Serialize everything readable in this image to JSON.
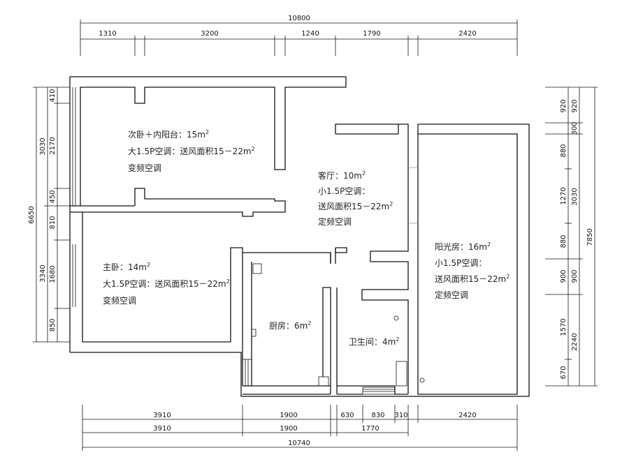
{
  "dimensions": {
    "top_total": "10800",
    "top": [
      "1310",
      "3200",
      "1240",
      "1790",
      "2420"
    ],
    "bottom_row1": [
      "3910",
      "1900",
      "630",
      "830",
      "310",
      "2420"
    ],
    "bottom_row2": [
      "3910",
      "1900",
      "1770"
    ],
    "bottom_total": "10740",
    "left_total": "6650",
    "left_mid": [
      "3030",
      "3340"
    ],
    "left_inner": [
      "410",
      "2170",
      "450",
      "810",
      "1680",
      "850"
    ],
    "right_total": "7850",
    "right_mid": [
      "920",
      "300",
      "3030",
      "900",
      "2240"
    ],
    "right_inner": [
      "920",
      "880",
      "1270",
      "880",
      "900",
      "1570",
      "670"
    ]
  },
  "rooms": {
    "second_bedroom": {
      "name": "次卧＋内阳台：15m",
      "sup": "2",
      "line2": "大1.5P空调：送风面积15－22m",
      "line2_sup": "2",
      "line3": "变频空调"
    },
    "living_room": {
      "name": "客厅：10m",
      "sup": "2",
      "line2": "小1.5P空调：",
      "line3": "送风面积15－22m",
      "line3_sup": "2",
      "line4": "定频空调"
    },
    "sunroom": {
      "name": "阳光房：16m",
      "sup": "2",
      "line2": "小1.5P空调：",
      "line3": "送风面积15－22m",
      "line3_sup": "2",
      "line4": "定频空调"
    },
    "master_bedroom": {
      "name": "主卧：14m",
      "sup": "2",
      "line2": "大1.5P空调：送风面积15－22m",
      "line2_sup": "2",
      "line3": "变频空调"
    },
    "kitchen": {
      "name": "厨房：6m",
      "sup": "2"
    },
    "bathroom": {
      "name": "卫生间：4m",
      "sup": "2"
    }
  }
}
